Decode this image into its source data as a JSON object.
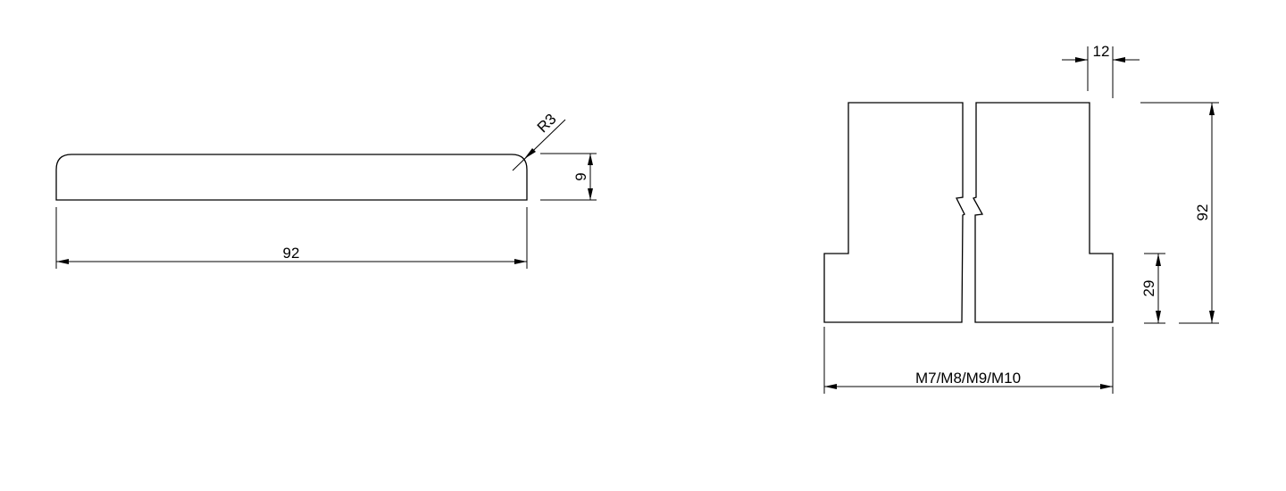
{
  "side_view": {
    "length_label": "92",
    "thickness_label": "9",
    "radius_label": "R3"
  },
  "front_view": {
    "top_offset_label": "12",
    "height_label": "92",
    "base_height_label": "29",
    "width_label": "M7/M8/M9/M10"
  },
  "colors": {
    "line": "#000000",
    "background": "#ffffff"
  }
}
